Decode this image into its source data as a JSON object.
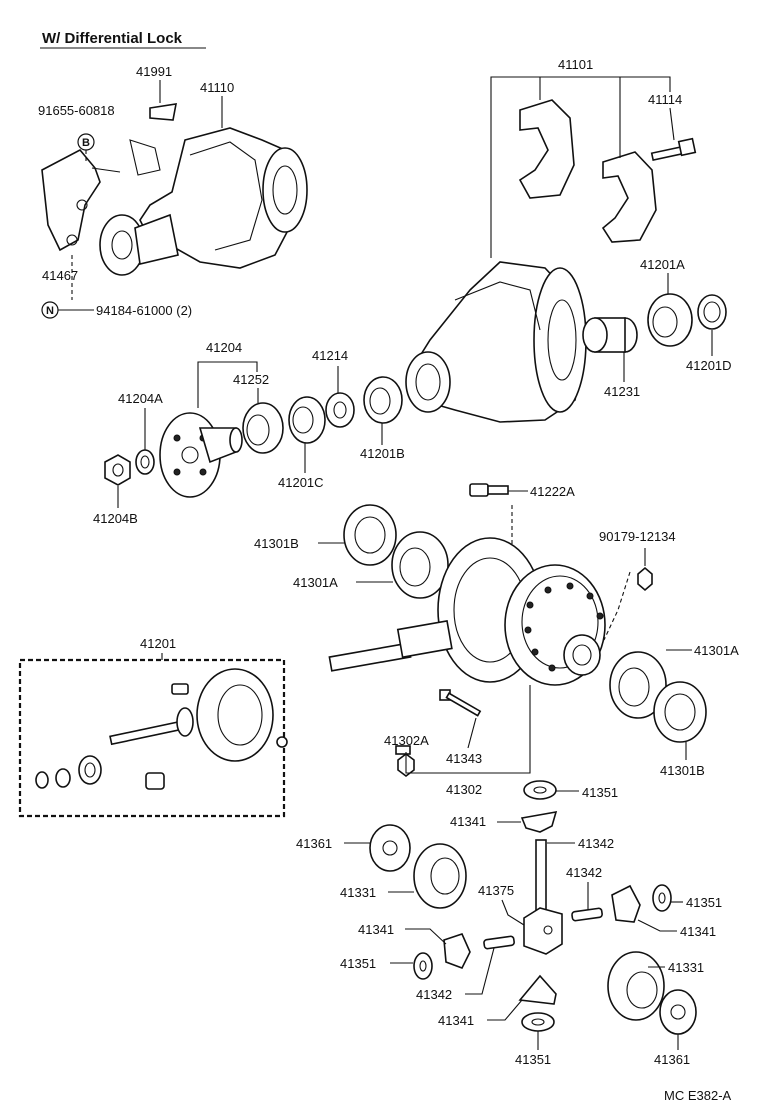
{
  "title": "W/ Differential Lock",
  "footer_code": "MC  E382-A",
  "symbols": {
    "b": "B",
    "n": "N"
  },
  "labels": {
    "p41991": "41991",
    "p41110": "41110",
    "p91655": "91655-60818",
    "p41467": "41467",
    "p94184": "94184-61000 (2)",
    "p41101": "41101",
    "p41114": "41114",
    "p41201A": "41201A",
    "p41201D": "41201D",
    "p41231": "41231",
    "p41204": "41204",
    "p41214": "41214",
    "p41252": "41252",
    "p41204A": "41204A",
    "p41201B": "41201B",
    "p41201C": "41201C",
    "p41204B": "41204B",
    "p41222A": "41222A",
    "p41301B_top": "41301B",
    "p41301A_top": "41301A",
    "p90179": "90179-12134",
    "p41201": "41201",
    "p41301A_right": "41301A",
    "p41302A": "41302A",
    "p41343": "41343",
    "p41302": "41302",
    "p41301B_right": "41301B",
    "p41351_a": "41351",
    "p41341_a": "41341",
    "p41342_a": "41342",
    "p41361_a": "41361",
    "p41331_a": "41331",
    "p41375": "41375",
    "p41342_b": "41342",
    "p41351_b": "41351",
    "p41341_b": "41341",
    "p41341_c": "41341",
    "p41351_c": "41351",
    "p41342_c": "41342",
    "p41331_b": "41331",
    "p41341_d": "41341",
    "p41351_d": "41351",
    "p41361_b": "41361"
  }
}
